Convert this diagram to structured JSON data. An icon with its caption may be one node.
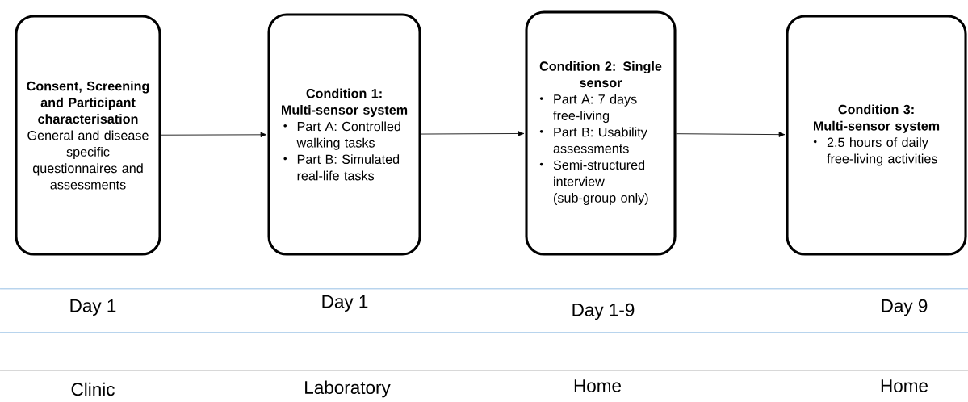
{
  "diagram": {
    "nodes": [
      {
        "text": [
          "Consent, Screening and Participant characterisation",
          "General and disease specific questionnaires and assessments"
        ]
      },
      {
        "text": [
          "Condition 1: Multi-sensor system",
          "Part A: Controlled walking tasks",
          "Part B: Simulated real-life tasks"
        ]
      },
      {
        "text": [
          "Condition 2: Single sensor",
          "Part A: 7 days free-living",
          "Part B: Usability assessments",
          "Semi-structured interview (sub-group only)"
        ]
      },
      {
        "text": [
          "Condition 3: Multi-sensor system",
          "2.5 hours of daily free-living activities"
        ]
      }
    ],
    "edges": [
      {
        "from": 0,
        "to": 1,
        "arrow": "to"
      },
      {
        "from": 1,
        "to": 2,
        "arrow": "to"
      },
      {
        "from": 2,
        "to": 3,
        "arrow": "to"
      }
    ],
    "labels": [
      "Day 1",
      "Day 1",
      "Day 1-9",
      "Day 9",
      "Clinic",
      "Laboratory",
      "Home",
      "Home"
    ]
  }
}
